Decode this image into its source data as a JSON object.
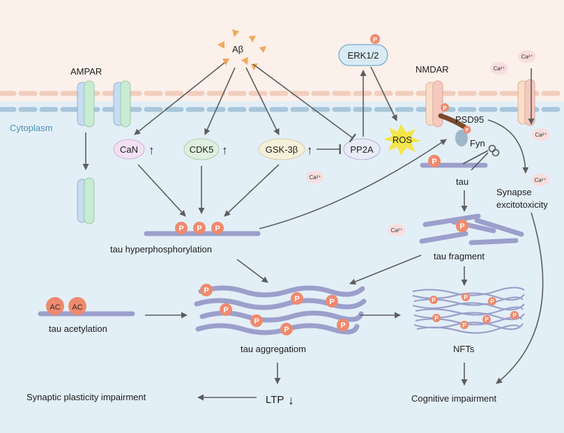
{
  "labels": {
    "abeta": "Aβ",
    "ampar": "AMPAR",
    "nmdar": "NMDAR",
    "cytoplasm": "Cytoplasm",
    "erk": "ERK1/2",
    "ros": "ROS",
    "psd95": "PSD95",
    "fyn": "Fyn",
    "can": "CaN",
    "cdk5": "CDK5",
    "gsk": "GSK-3β",
    "pp2a": "PP2A",
    "up_arrow": "↑",
    "down_arrow": "↓",
    "tau": "tau",
    "synapse_1": "Synapse",
    "synapse_2": "excitotoxicity",
    "tau_hyper": "tau hyperphosphorylation",
    "tau_fragment": "tau fragment",
    "tau_acetylation": "tau acetylation",
    "tau_aggregation": "tau aggregatiom",
    "nfts": "NFTs",
    "ltp": "LTP",
    "synaptic_impair": "Synaptic plasticity impairment",
    "cognitive_impair": "Cognitive impairment"
  },
  "badges": {
    "phospho": "P",
    "acetyl": "AC",
    "calcium": "Ca²⁺"
  },
  "colors": {
    "extracellular": "#fbf0ea",
    "cytoplasm": "#e3eff7",
    "membrane_top": "#f1cdbd",
    "membrane_bottom": "#a9c6da",
    "tau_strand": "#9c9fcb",
    "phospho": "#ef8a6e",
    "abeta": "#f2a75b",
    "can": "#f2e0f3",
    "cdk5": "#dff0df",
    "gsk": "#f5f0d9",
    "pp2a": "#e9eaf7",
    "erk": "#d8ebf6",
    "ampar_green": "#c8ecd2",
    "ampar_blue": "#c6dcf3",
    "nmdar_pink": "#f6c9c0",
    "nmdar_peach": "#f9ddc8",
    "psd95": "#7a4a2c",
    "fyn": "#9eb7c8",
    "ros": "#f4e54a",
    "calcium": "#f8dede",
    "arrow": "#5d5d5d"
  }
}
